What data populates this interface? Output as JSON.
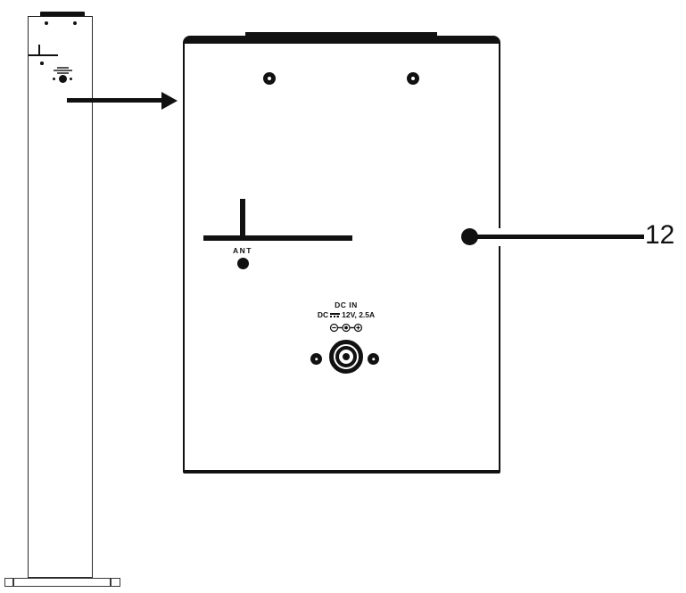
{
  "figure": {
    "description": "Rear-view line diagram of a tower device with an enlarged detail of its back panel",
    "ink_color": "#111111"
  },
  "back_panel": {
    "ant_label": "ANT",
    "dc_in": {
      "title": "DC IN",
      "spec_prefix": "DC",
      "spec_value": "12V, 2.5A"
    }
  },
  "callout": {
    "number": "12"
  },
  "icons": {
    "antenna_jack": "antenna-t-symbol",
    "dc_jack": "concentric-dc-jack",
    "polarity": "minus-center-plus-polarity-symbol",
    "detail_arrow": "right-arrow"
  }
}
